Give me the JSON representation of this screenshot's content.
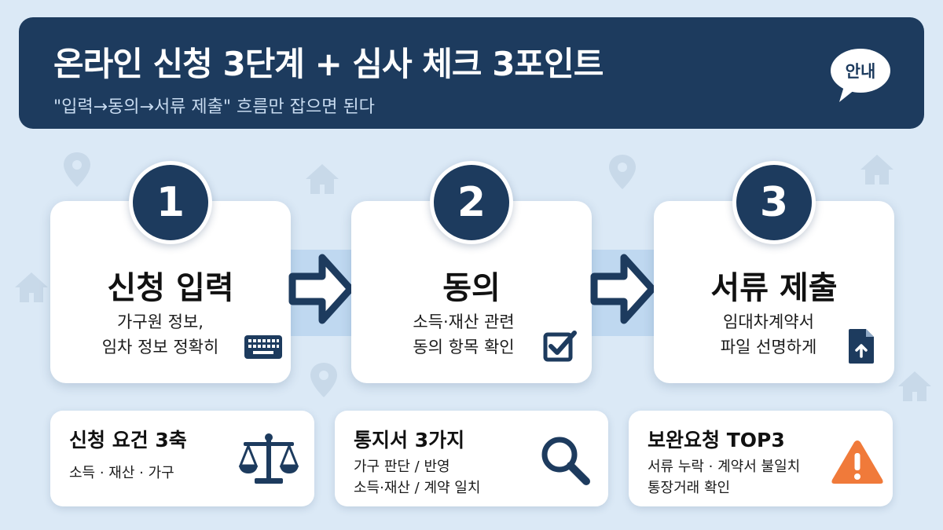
{
  "header": {
    "title": "온라인 신청 3단계 + 심사 체크 3포인트",
    "subtitle": "\"입력→동의→서류 제출\" 흐름만 잡으면 된다",
    "badge": "안내"
  },
  "steps": [
    {
      "number": "1",
      "title": "신청 입력",
      "desc_line1": "가구원 정보,",
      "desc_line2": "임차 정보 정확히",
      "icon": "keyboard-icon"
    },
    {
      "number": "2",
      "title": "동의",
      "desc_line1": "소득·재산 관련",
      "desc_line2": "동의 항목 확인",
      "icon": "checkbox-icon"
    },
    {
      "number": "3",
      "title": "서류 제출",
      "desc_line1": "임대차계약서",
      "desc_line2": "파일 선명하게",
      "icon": "file-upload-icon"
    }
  ],
  "info_cards": [
    {
      "title": "신청 요건 3축",
      "line1": "소득 · 재산 · 가구",
      "line2": "",
      "icon": "scales-icon"
    },
    {
      "title": "통지서 3가지",
      "line1": "가구 판단 / 반영",
      "line2": "소득·재산 / 계약 일치",
      "icon": "magnifier-icon"
    },
    {
      "title": "보완요청 TOP3",
      "line1": "서류 누락 · 계약서 불일치",
      "line2": "통장거래 확인",
      "icon": "warning-icon"
    }
  ],
  "colors": {
    "background": "#dbe9f6",
    "navy": "#1d3b5e",
    "band": "#bfd8f0",
    "warning": "#f07a3a"
  }
}
